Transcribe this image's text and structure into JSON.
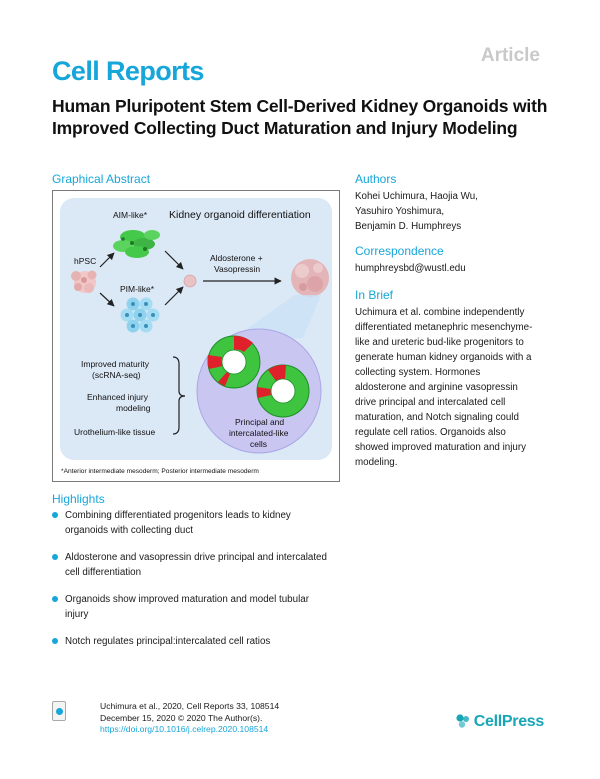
{
  "header": {
    "article_tag": "Article",
    "journal": "Cell Reports",
    "title": "Human Pluripotent Stem Cell-Derived Kidney Organoids with Improved Collecting Duct Maturation and Injury Modeling"
  },
  "graphical_abstract": {
    "heading": "Graphical Abstract",
    "figure_title": "Kidney organoid differentiation",
    "labels": {
      "aim": "AIM-like*",
      "pim": "PIM-like*",
      "hpsc": "hPSC",
      "aldo1": "Aldosterone +",
      "aldo2": "Vasopressin",
      "imp1": "Improved maturity",
      "imp2": "(scRNA-seq)",
      "inj1": "Enhanced injury",
      "inj2": "modeling",
      "uro": "Urothelium-like tissue",
      "pc1": "Principal and",
      "pc2": "intercalated-like",
      "pc3": "cells",
      "footnote": "*Anterior intermediate mesoderm; Posterior intermediate mesoderm"
    },
    "colors": {
      "panel_bg": "#dbe8f6",
      "aim_green": "#45c94a",
      "pim_blue": "#8fd2ee",
      "organoid_pink": "#e8c2c4",
      "tubule_green": "#3ec43f",
      "intercalated_red": "#e0202a",
      "lumen_purple": "#c9c6f2"
    }
  },
  "authors": {
    "heading": "Authors",
    "line1": "Kohei Uchimura, Haojia Wu,",
    "line2": "Yasuhiro Yoshimura,",
    "line3": "Benjamin D. Humphreys"
  },
  "correspondence": {
    "heading": "Correspondence",
    "email": "humphreysbd@wustl.edu"
  },
  "in_brief": {
    "heading": "In Brief",
    "lines": [
      "Uchimura et al. combine independently",
      "differentiated metanephric mesenchyme-",
      "like and ureteric bud-like progenitors to",
      "generate human kidney organoids with a",
      "collecting system. Hormones",
      "aldosterone and arginine vasopressin",
      "drive principal and intercalated cell",
      "maturation, and Notch signaling could",
      "regulate cell ratios. Organoids also",
      "showed improved maturation and injury",
      "modeling."
    ]
  },
  "highlights": {
    "heading": "Highlights",
    "items": [
      [
        "Combining differentiated progenitors leads to kidney",
        "organoids with collecting duct"
      ],
      [
        "Aldosterone and vasopressin drive principal and intercalated",
        "cell differentiation"
      ],
      [
        "Organoids show improved maturation and model tubular",
        "injury"
      ],
      [
        "Notch regulates principal:intercalated cell ratios"
      ]
    ]
  },
  "citation": {
    "line1": "Uchimura et al., 2020, Cell Reports 33, 108514",
    "line2": "December 15, 2020 © 2020 The Author(s).",
    "doi": "https://doi.org/10.1016/j.celrep.2020.108514"
  },
  "publisher": {
    "name": "CellPress",
    "color": "#18a6b7"
  }
}
